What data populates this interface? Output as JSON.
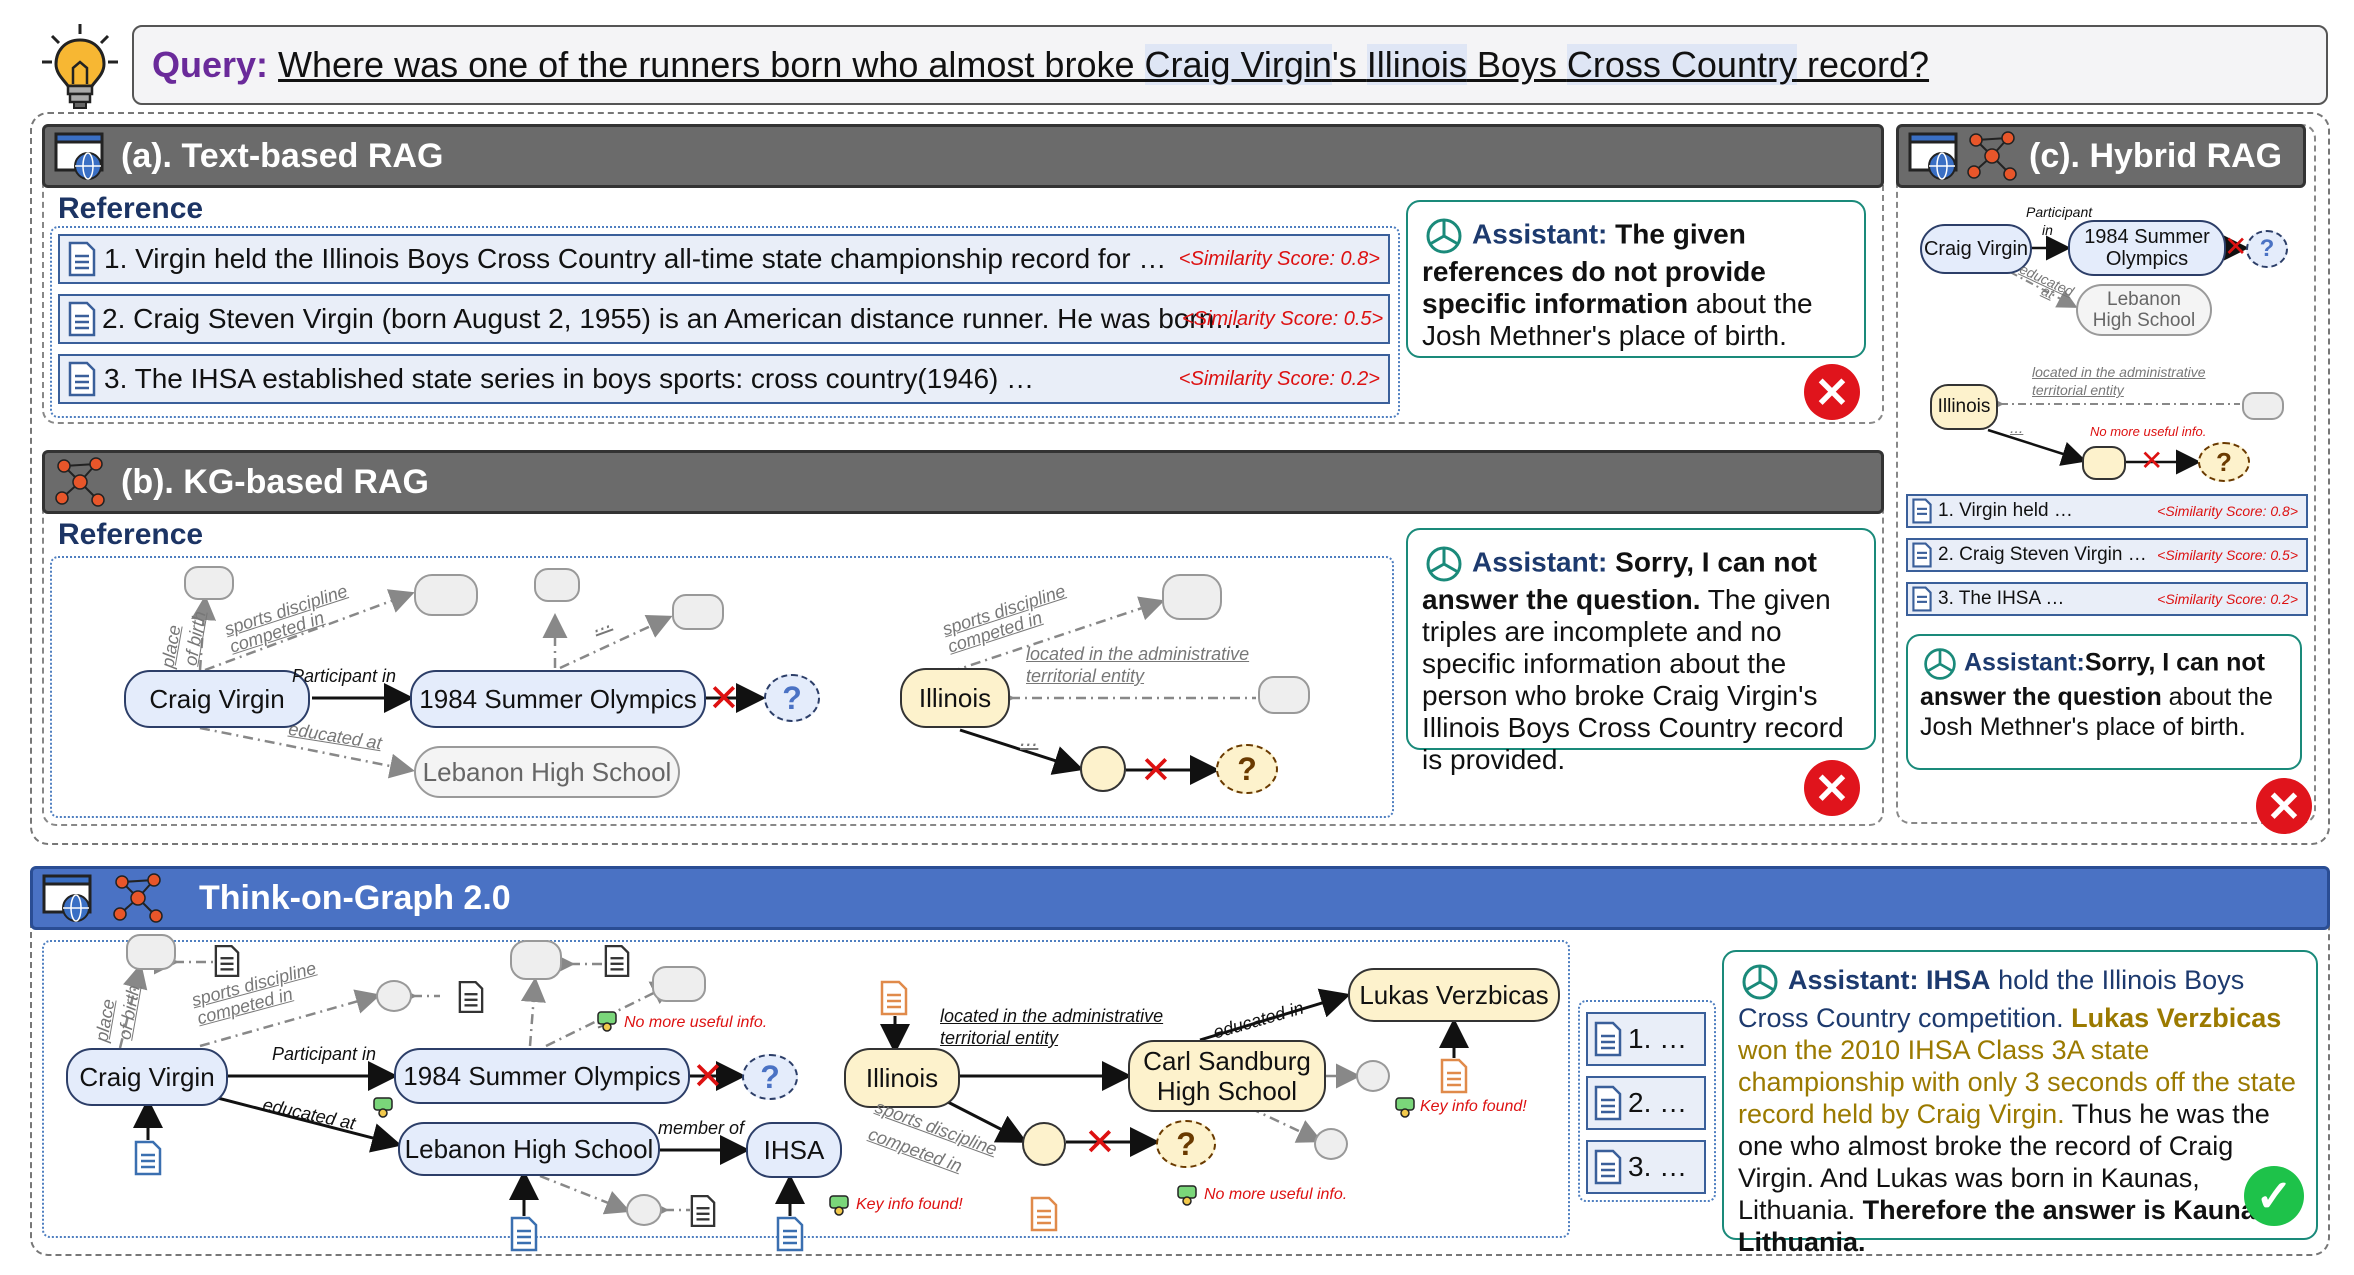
{
  "query": {
    "label": "Query:",
    "text_pre": "Where was one of the runners born who almost broke ",
    "hl1": "Craig Virgin",
    "text_mid": "'s ",
    "hl2": "Illinois",
    "text_mid2": " Boys ",
    "hl3": "Cross Country",
    "text_post": " record?"
  },
  "text_rag": {
    "title": "(a). Text-based RAG",
    "reference_label": "Reference",
    "refs": [
      {
        "text": "1. Virgin held the Illinois Boys Cross Country all-time state championship record for …",
        "score": "<Similarity Score: 0.8>"
      },
      {
        "text": "2. Craig Steven Virgin (born August 2, 1955) is an American distance runner. He was born…",
        "score": "<Similarity Score: 0.5>"
      },
      {
        "text": "3. The IHSA established state series in boys sports: cross country(1946) …",
        "score": "<Similarity Score: 0.2>"
      }
    ],
    "assistant_name": "Assistant:",
    "answer_bold1": "The given references do not provide specific information",
    "answer_rest": " about the Josh  Methner's place of birth."
  },
  "kg_rag": {
    "title": "(b). KG-based RAG",
    "reference_label": "Reference",
    "nodes": {
      "craig": "Craig Virgin",
      "olympics": "1984 Summer Olympics",
      "lebanon": "Lebanon High School",
      "illinois": "Illinois"
    },
    "edges": {
      "participant": "Participant in",
      "place_of": "place",
      "of_birth": "of birth",
      "sports": "sports discipline",
      "competed": "competed in",
      "educated": "educated at",
      "located": "located in the administrative",
      "territorial": "territorial entity",
      "ellipsis": "..."
    },
    "question_mark": "?",
    "assistant_name": "Assistant:",
    "answer_bold": "Sorry, I can not answer the  question.",
    "answer_rest": " The given triples are incomplete and no specific information about the person who broke Craig Virgin's Illinois Boys Cross Country record is provided."
  },
  "hybrid_rag": {
    "title": "(c). Hybrid RAG",
    "nodes": {
      "craig": "Craig Virgin",
      "olympics_1": "1984 Summer",
      "olympics_2": "Olympics",
      "lebanon_1": "Lebanon",
      "lebanon_2": "High School",
      "illinois": "Illinois"
    },
    "edges": {
      "participant": "Participant",
      "in": "in",
      "educated": "educated",
      "at": "at",
      "located": "located in the administrative",
      "territorial": "territorial entity",
      "ellipsis": "..."
    },
    "no_more": "No more useful info.",
    "question_mark": "?",
    "refs": [
      {
        "text": "1. Virgin held …",
        "score": "<Similarity Score: 0.8>"
      },
      {
        "text": "2. Craig Steven Virgin …",
        "score": "<Similarity Score: 0.5>"
      },
      {
        "text": "3. The IHSA …",
        "score": "<Similarity Score: 0.2>"
      }
    ],
    "assistant_name": "Assistant:",
    "answer_bold": "Sorry, I can not answer the  question",
    "answer_rest": " about the Josh  Methner's place of birth."
  },
  "tog": {
    "title": "Think-on-Graph 2.0",
    "nodes": {
      "craig": "Craig Virgin",
      "olympics": "1984 Summer Olympics",
      "lebanon": "Lebanon High School",
      "ihsa": "IHSA",
      "illinois": "Illinois",
      "sandburg_1": "Carl Sandburg",
      "sandburg_2": "High School",
      "lukas": "Lukas Verzbicas"
    },
    "edges": {
      "participant": "Participant in",
      "place_of": "place",
      "of_birth": "of birth",
      "sports": "sports discipline",
      "competed": "competed in",
      "educated": "educated at",
      "member": "member of",
      "located": "located in the administrative",
      "territorial": "territorial entity",
      "educated_in": "educated in",
      "ellipsis": "..."
    },
    "no_more": "No more useful info.",
    "key_info": "Key info found!",
    "question_mark": "?",
    "docs": [
      "1. …",
      "2. …",
      "3. …"
    ],
    "assistant_name": "Assistant:",
    "ans_ihsa": "IHSA",
    "ans_1": " hold the Illinois Boys Cross  Country competition. ",
    "ans_lukas": "Lukas Verzbicas",
    "ans_2": " won the 2010 IHSA Class 3A state championship with only 3  seconds off the state record held by Craig Virgin.",
    "ans_3": " Thus he was the one  who almost broke the record of  Craig Virgin. And Lukas was born in  Kaunas, Lithuania. ",
    "ans_final": "Therefore the answer is Kaunas, Lithuania."
  },
  "marks": {
    "x": "✕",
    "check": "✓"
  },
  "colors": {
    "accent_blue": "#4a72c4",
    "header_grey": "#6b6b6b",
    "node_blue": "#e4ecfb",
    "node_yellow": "#fdf2cc",
    "error_red": "#e0141c",
    "ok_green": "#1ec24a",
    "assistant_teal": "#1a8a7a"
  }
}
